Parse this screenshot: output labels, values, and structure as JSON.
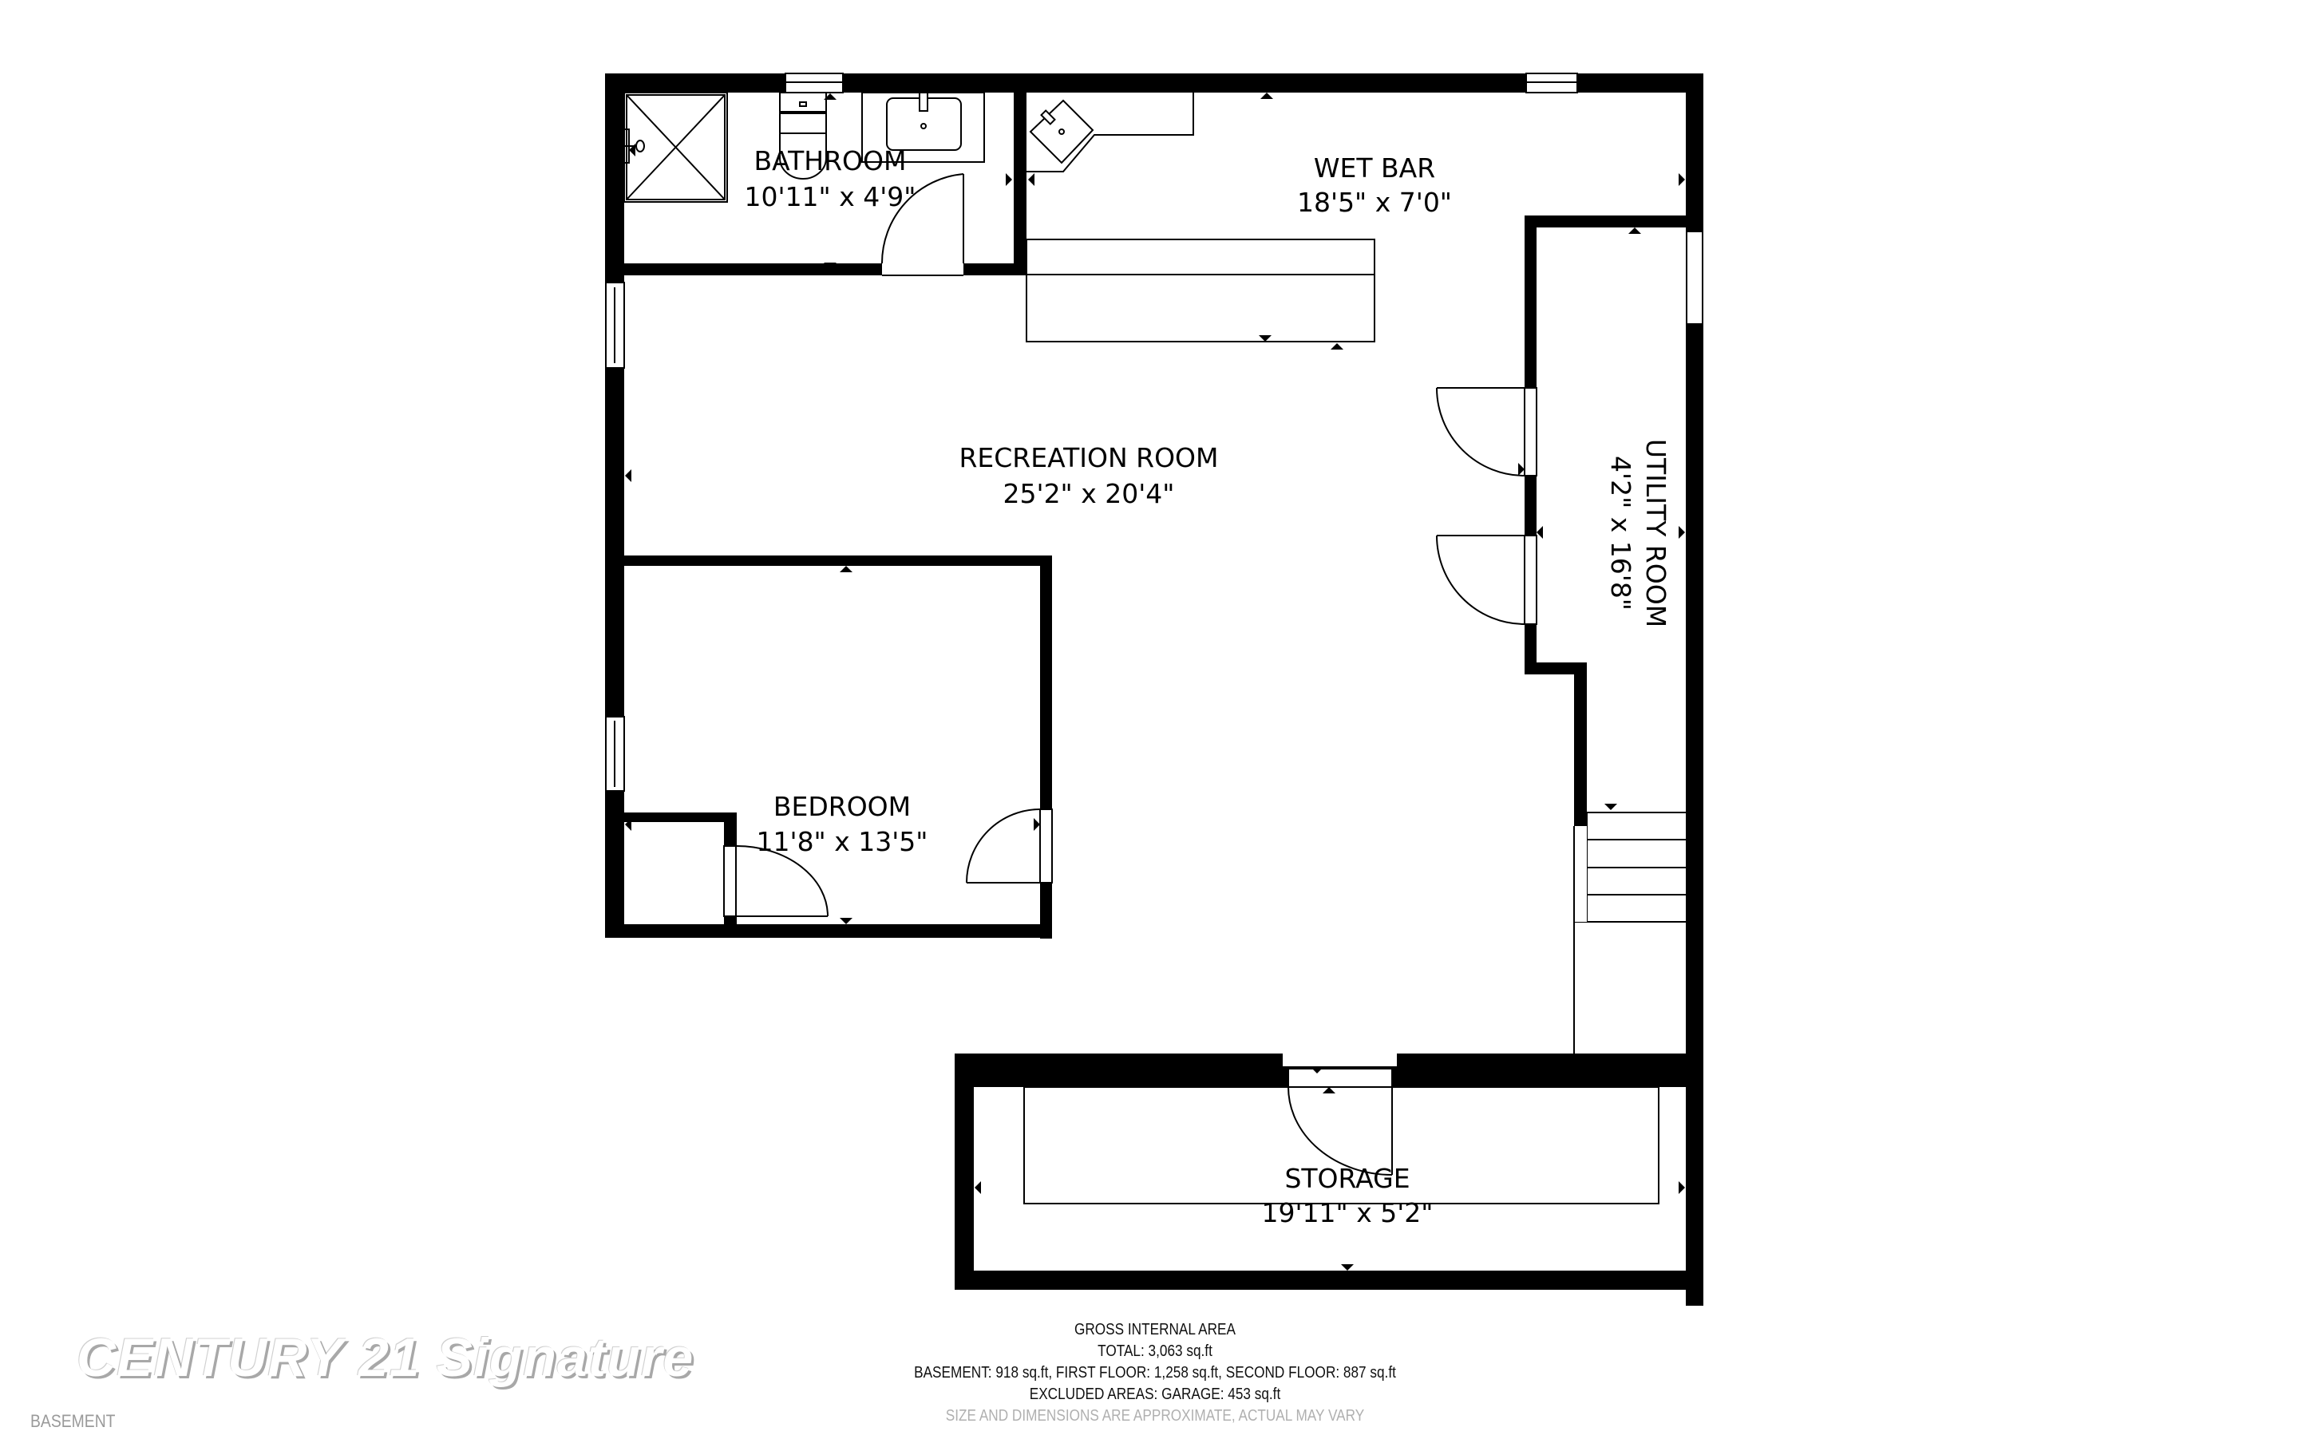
{
  "floor": {
    "name": "BASEMENT"
  },
  "brand": {
    "watermark": "CENTURY 21 Signature"
  },
  "rooms": [
    {
      "name": "BATHROOM",
      "dimensions": "10'11\" x 4'9\""
    },
    {
      "name": "WET BAR",
      "dimensions": "18'5\" x 7'0\""
    },
    {
      "name": "RECREATION ROOM",
      "dimensions": "25'2\" x 20'4\""
    },
    {
      "name": "UTILITY ROOM",
      "dimensions": "4'2\" x 16'8\""
    },
    {
      "name": "BEDROOM",
      "dimensions": "11'8\" x 13'5\""
    },
    {
      "name": "STORAGE",
      "dimensions": "19'11\" x 5'2\""
    }
  ],
  "area_summary": {
    "title": "GROSS INTERNAL AREA",
    "total": "TOTAL: 3,063 sq.ft",
    "floors": "BASEMENT: 918 sq.ft, FIRST FLOOR: 1,258 sq.ft, SECOND FLOOR: 887 sq.ft",
    "excluded": "EXCLUDED AREAS: GARAGE: 453 sq.ft",
    "disclaimer": "SIZE AND DIMENSIONS ARE APPROXIMATE, ACTUAL MAY VARY"
  },
  "colors": {
    "wall": "#000000",
    "background": "#ffffff",
    "disclaimer_text": "#b0b0b0",
    "watermark_shadow": "#a8a8a8"
  }
}
